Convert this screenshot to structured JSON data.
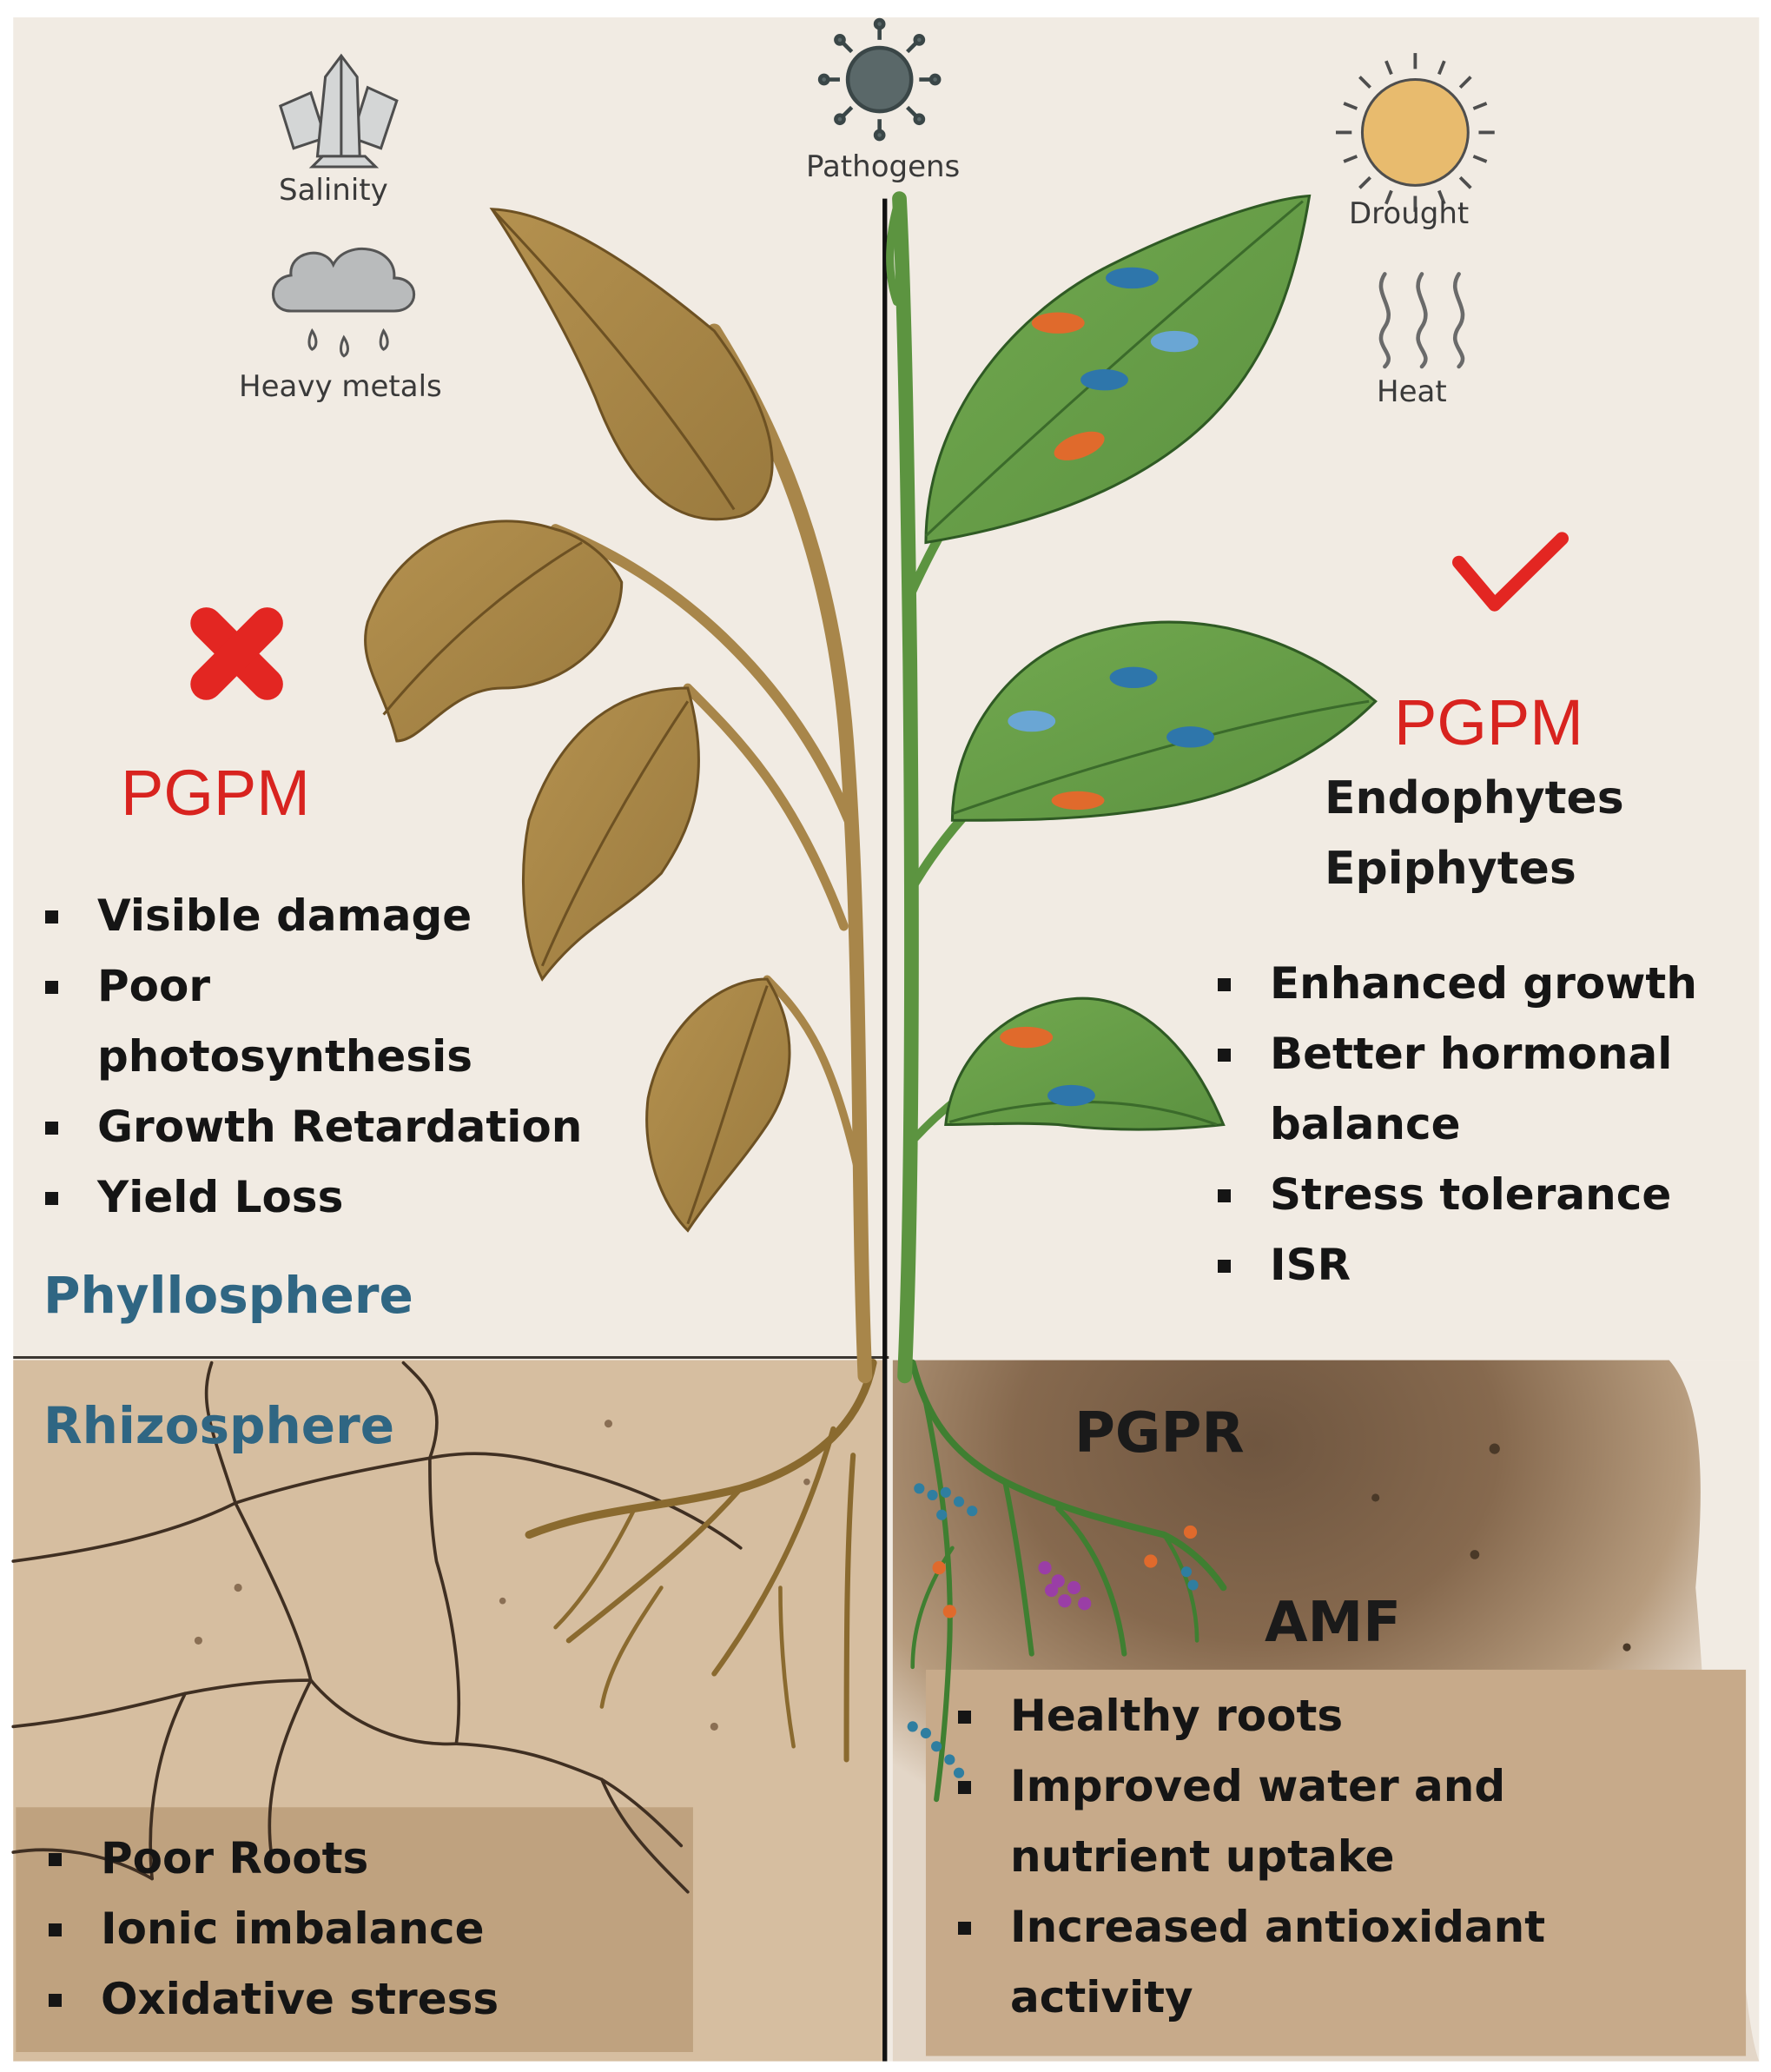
{
  "stressors": {
    "salinity": "Salinity",
    "heavy_metals": "Heavy metals",
    "pathogens": "Pathogens",
    "drought": "Drought",
    "heat": "Heat"
  },
  "left": {
    "pgpm": "PGPM",
    "effects": [
      "Visible damage",
      "Poor photosynthesis",
      "Growth Retardation",
      "Yield Loss"
    ],
    "phyllosphere": "Phyllosphere",
    "rhizosphere": "Rhizosphere",
    "root_effects": [
      "Poor Roots",
      "Ionic imbalance",
      "Oxidative stress"
    ]
  },
  "right": {
    "pgpm": "PGPM",
    "endophytes": "Endophytes",
    "epiphytes": "Epiphytes",
    "effects": [
      "Enhanced growth",
      "Better hormonal balance",
      "Stress tolerance",
      "ISR"
    ],
    "pgpr": "PGPR",
    "amf": "AMF",
    "root_effects": [
      "Healthy roots",
      "Improved water and nutrient uptake",
      "Increased antioxidant activity"
    ]
  },
  "icons": {
    "salinity": "crystal-icon",
    "heavy_metals": "rain-cloud-icon",
    "pathogens": "virus-icon",
    "drought": "sun-icon",
    "heat": "heat-waves-icon",
    "negative": "cross-icon",
    "positive": "check-icon"
  },
  "colors": {
    "background": "#f1ebe3",
    "dry_soil": "#d6bea0",
    "healthy_soil": "#82684d",
    "dead_leaf": "#a8864a",
    "healthy_leaf": "#6aa04a",
    "red_mark": "#e32622",
    "zone_label": "#2f6683"
  }
}
